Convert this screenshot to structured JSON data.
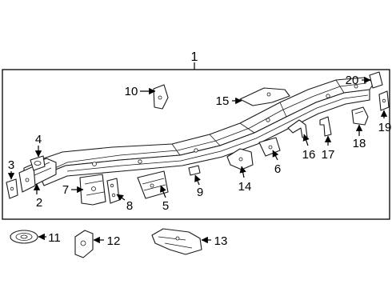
{
  "diagram": {
    "assembly_callout": "1",
    "callouts": [
      "2",
      "3",
      "4",
      "5",
      "6",
      "7",
      "8",
      "9",
      "10",
      "11",
      "12",
      "13",
      "14",
      "15",
      "16",
      "17",
      "18",
      "19",
      "20"
    ]
  }
}
